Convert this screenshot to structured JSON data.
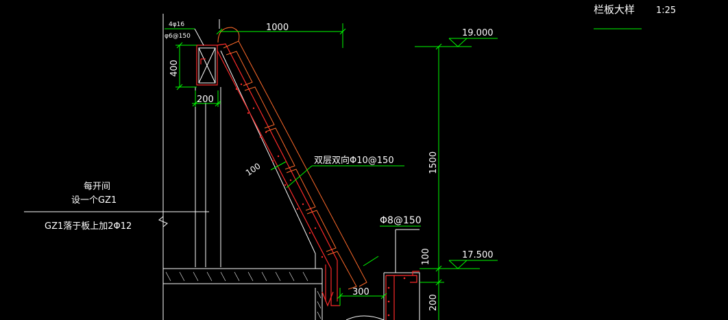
{
  "title": {
    "main": "栏板大样",
    "scale": "1:25"
  },
  "dims": {
    "top_1000": "1000",
    "left_400": "400",
    "left_200": "200",
    "right_1500": "1500",
    "right_100": "100",
    "right_200": "200",
    "bottom_300": "300",
    "slab_100": "100"
  },
  "levels": {
    "top": "19.000",
    "mid": "17.500"
  },
  "rebar": {
    "top_main": "4φ16",
    "top_stirrup": "φ6@150",
    "slab": "双层双向Φ10@150",
    "gutter": "Φ8@150"
  },
  "notes": {
    "gz1_line1": "每开间",
    "gz1_line2": "设一个GZ1",
    "gz1_under": "GZ1落于板上加2Φ12"
  },
  "colors": {
    "background": "#000000",
    "dim": "#00ff00",
    "outline": "#ffffff",
    "rebar": "#ff2a2a",
    "tile": "#ff6a2a"
  }
}
